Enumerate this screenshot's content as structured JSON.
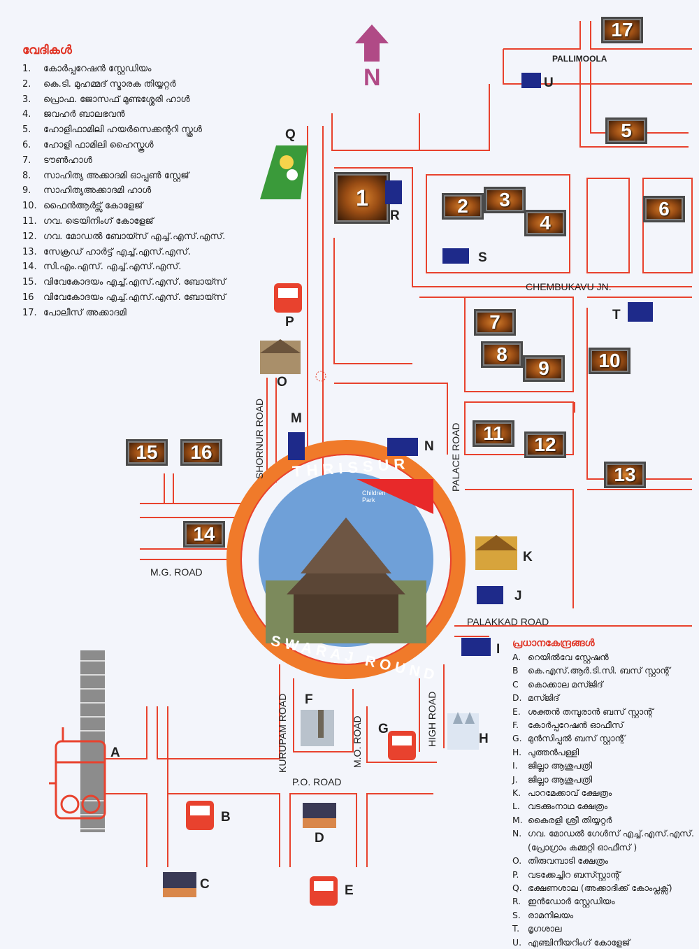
{
  "venues_panel": {
    "title": "വേദികൾ",
    "items": [
      {
        "num": "1.",
        "text": "കോർപ്പറേഷൻ സ്റ്റേഡിയം"
      },
      {
        "num": "2.",
        "text": "കെ.ടി. മുഹമ്മദ് സ്മാരക തിയ്യറ്റർ"
      },
      {
        "num": "3.",
        "text": "പ്രൊഫ. ജോസഫ് മുണ്ടശ്ശേരി ഹാൾ"
      },
      {
        "num": "4.",
        "text": "ജവഹർ ബാലഭവൻ"
      },
      {
        "num": "5.",
        "text": "ഹോളിഫാമിലി ഹയർസെക്കന്ററി സ്കൂൾ"
      },
      {
        "num": "6.",
        "text": "ഹോളി ഫാമിലി ഹൈസ്കൂൾ"
      },
      {
        "num": "7.",
        "text": "ടൗൺഹാൾ"
      },
      {
        "num": "8.",
        "text": "സാഹിത്യ അക്കാദമി ഓപ്പൺ സ്റ്റേജ്"
      },
      {
        "num": "9.",
        "text": "സാഹിത്യഅക്കാദമി ഹാൾ"
      },
      {
        "num": "10.",
        "text": "ഫൈൻആർട്സ് കോളേജ്"
      },
      {
        "num": "11.",
        "text": "ഗവ. ട്രെയിനിംഗ് കോളേജ്"
      },
      {
        "num": "12.",
        "text": "ഗവ. മോഡൽ ബോയ്സ് എച്ച്.എസ്.എസ്."
      },
      {
        "num": "13.",
        "text": "സേക്രഡ് ഹാർട്ട് എച്ച്.എസ്.എസ്."
      },
      {
        "num": "14.",
        "text": "സി.എം.എസ്. എച്ച്.എസ്.എസ്."
      },
      {
        "num": "15.",
        "text": "വിവേകോദയം എച്ച്.എസ്.എസ്. ബോയ്സ്"
      },
      {
        "num": "16",
        "text": "വിവേകോദയം എച്ച്.എസ്.എസ്. ബോയ്സ്"
      },
      {
        "num": "17.",
        "text": "പോലീസ് അക്കാദമി"
      }
    ]
  },
  "centers_panel": {
    "title": "പ്രധാനകേന്ദ്രങ്ങൾ",
    "items": [
      {
        "key": "A.",
        "text": "റെയിൽവേ സ്റ്റേഷൻ"
      },
      {
        "key": "B",
        "text": "കെ.എസ്.ആർ.ടി.സി. ബസ് സ്റ്റാന്റ്"
      },
      {
        "key": "C",
        "text": "കൊക്കാല മസ്ജിദ്"
      },
      {
        "key": "D.",
        "text": "മസ്ജിദ്"
      },
      {
        "key": "E.",
        "text": "ശക്തൻ തമ്പുരാൻ ബസ് സ്റ്റാന്റ്"
      },
      {
        "key": "F.",
        "text": "കോർപ്പറേഷൻ ഓഫീസ്"
      },
      {
        "key": "G.",
        "text": "മുൻസിപ്പൽ ബസ് സ്റ്റാന്റ്"
      },
      {
        "key": "H.",
        "text": "പുത്തൻപള്ളി"
      },
      {
        "key": "I.",
        "text": "ജില്ലാ ആശുപത്രി"
      },
      {
        "key": "J.",
        "text": "ജില്ലാ ആശുപത്രി"
      },
      {
        "key": "K.",
        "text": "പാറമേക്കാവ് ക്ഷേത്രം"
      },
      {
        "key": "L.",
        "text": "വടക്കുംനാഥ ക്ഷേത്രം"
      },
      {
        "key": "M.",
        "text": "കൈരളി ശ്രീ തിയ്യറ്റർ"
      },
      {
        "key": "N.",
        "text": "ഗവ. മോഡൽ ഗേൾസ് എച്ച്.എസ്.എസ്."
      },
      {
        "key": "",
        "text": "(പ്രോഗ്രാം കമ്മറ്റി ഓഫീസ് )"
      },
      {
        "key": "O.",
        "text": "തിരുവമ്പാടി ക്ഷേത്രം"
      },
      {
        "key": "P.",
        "text": "വടക്കേച്ചിറ ബസ്സ്റ്റാന്റ്"
      },
      {
        "key": "Q.",
        "text": "ഭക്ഷണശാല (അക്കാദിക്ക് കോംപ്ലക്സ്)"
      },
      {
        "key": "R.",
        "text": "ഇൻഡോർ സ്റ്റേഡിയം"
      },
      {
        "key": "S.",
        "text": "രാമനിലയം"
      },
      {
        "key": "T.",
        "text": "മൃഗശാല"
      },
      {
        "key": "U.",
        "text": "എഞ്ചിനീയറിംഗ് കോളേജ്"
      }
    ]
  },
  "compass": {
    "label": "N",
    "color": "#b04a86"
  },
  "colors": {
    "road": "#e8422e",
    "venue_ring": "#f07a2a",
    "marker_blue": "#1e2a8a"
  },
  "roads": {
    "pallimoola": "PALLIMOOLA",
    "chembukavu": "CHEMBUKAVU JN.",
    "shornur": "SHORNUR ROAD",
    "palace": "PALACE ROAD",
    "mg": "M.G. ROAD",
    "palakkad": "PALAKKAD ROAD",
    "kurupam": "KURUPAM ROAD",
    "mo": "M.O. ROAD",
    "high": "HIGH ROAD",
    "po": "P.O. ROAD"
  },
  "round": {
    "top": "THRISSUR",
    "bottom": "SWARAJ ROUND",
    "park": "Children Park"
  },
  "venue_markers": [
    "1",
    "2",
    "3",
    "4",
    "5",
    "6",
    "7",
    "8",
    "9",
    "10",
    "11",
    "12",
    "13",
    "14",
    "15",
    "16",
    "17"
  ],
  "place_labels": {
    "A": "A",
    "B": "B",
    "C": "C",
    "D": "D",
    "E": "E",
    "F": "F",
    "G": "G",
    "H": "H",
    "I": "I",
    "J": "J",
    "K": "K",
    "M": "M",
    "N": "N",
    "O": "O",
    "P": "P",
    "Q": "Q",
    "R": "R",
    "S": "S",
    "T": "T",
    "U": "U"
  },
  "icons": [
    "bus-icon",
    "train-icon",
    "mosque-icon",
    "temple-icon",
    "church-icon",
    "food-hall-icon"
  ]
}
